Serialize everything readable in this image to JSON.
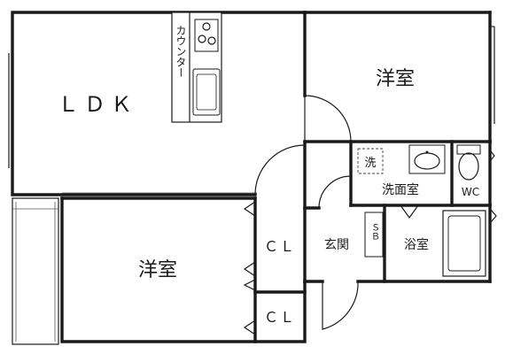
{
  "rooms": {
    "ldk": "ＬＤＫ",
    "western_room_1": "洋室",
    "western_room_2": "洋室",
    "closet_1": "ＣＬ",
    "closet_2": "ＣＬ",
    "entrance": "玄関",
    "shoe_box": "ＳＢ",
    "washroom": "洗面室",
    "washing_machine": "洗",
    "toilet": "WC",
    "bathroom": "浴室"
  },
  "fixtures": {
    "counter": "カウンター"
  }
}
